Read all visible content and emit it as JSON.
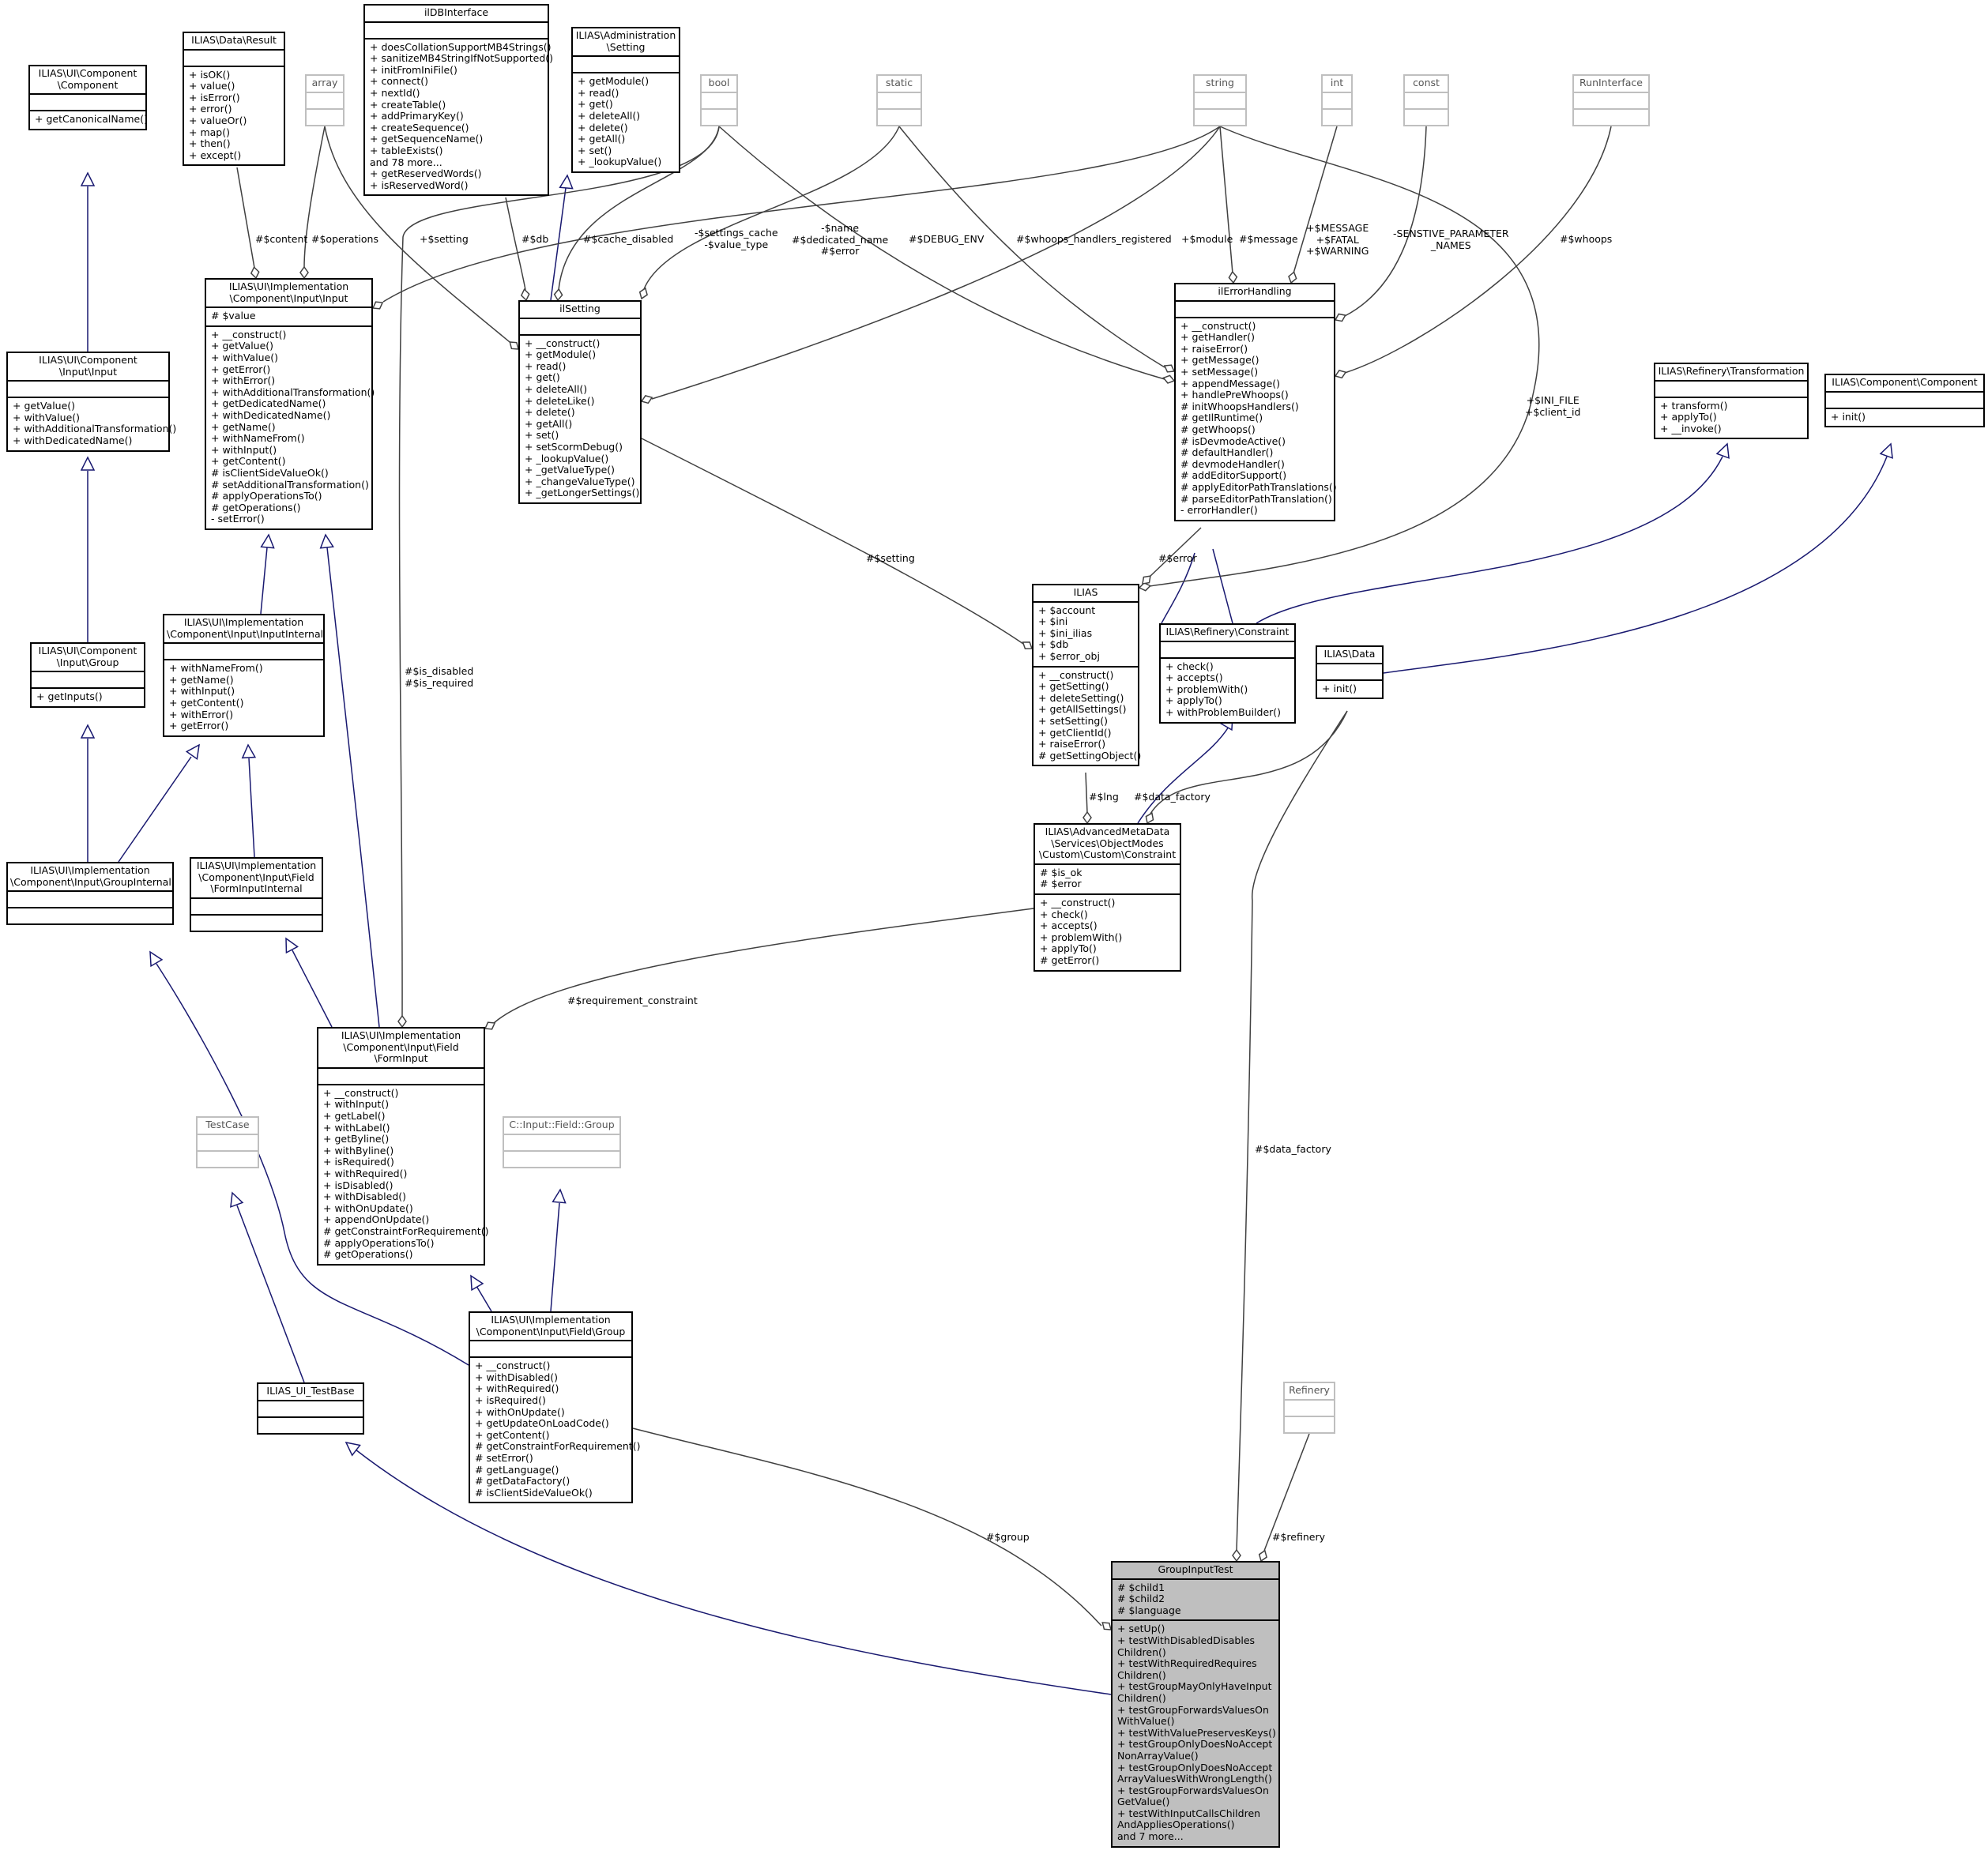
{
  "nodes": {
    "grouptest": {
      "title": "GroupInputTest",
      "attrs": [
        "# $child1",
        "# $child2",
        "# $language"
      ],
      "ops": [
        "+ setUp()",
        "+ testWithDisabledDisables",
        "Children()",
        "+ testWithRequiredRequires",
        "Children()",
        "+ testGroupMayOnlyHaveInput",
        "Children()",
        "+ testGroupForwardsValuesOn",
        "WithValue()",
        "+ testWithValuePreservesKeys()",
        "+ testGroupOnlyDoesNoAccept",
        "NonArrayValue()",
        "+ testGroupOnlyDoesNoAccept",
        "ArrayValuesWithWrongLength()",
        "+ testGroupForwardsValuesOn",
        "GetValue()",
        "+ testWithInputCallsChildren",
        "AndAppliesOperations()",
        "and 7 more..."
      ]
    },
    "uicomp": {
      "title": "ILIAS\\UI\\Component\n\\Component",
      "attrs": [],
      "ops": [
        "+ getCanonicalName()"
      ]
    },
    "dataresult": {
      "title": "ILIAS\\Data\\Result",
      "attrs": [],
      "ops": [
        "+ isOK()",
        "+ value()",
        "+ isError()",
        "+ error()",
        "+ valueOr()",
        "+ map()",
        "+ then()",
        "+ except()"
      ]
    },
    "array": {
      "title": "array",
      "attrs": [],
      "ops": []
    },
    "ildb": {
      "title": "ilDBInterface",
      "attrs": [],
      "ops": [
        "+ doesCollationSupportMB4Strings()",
        "+ sanitizeMB4StringIfNotSupported()",
        "+ initFromIniFile()",
        "+ connect()",
        "+ nextId()",
        "+ createTable()",
        "+ addPrimaryKey()",
        "+ createSequence()",
        "+ getSequenceName()",
        "+ tableExists()",
        "and 78 more...",
        "+ getReservedWords()",
        "+ isReservedWord()"
      ]
    },
    "adminsetting": {
      "title": "ILIAS\\Administration\n\\Setting",
      "attrs": [],
      "ops": [
        "+ getModule()",
        "+ read()",
        "+ get()",
        "+ deleteAll()",
        "+ delete()",
        "+ getAll()",
        "+ set()",
        "+ _lookupValue()"
      ]
    },
    "bool": {
      "title": "bool",
      "attrs": [],
      "ops": []
    },
    "static": {
      "title": "static",
      "attrs": [],
      "ops": []
    },
    "string": {
      "title": "string",
      "attrs": [],
      "ops": []
    },
    "int": {
      "title": "int",
      "attrs": [],
      "ops": []
    },
    "const": {
      "title": "const",
      "attrs": [],
      "ops": []
    },
    "runiface": {
      "title": "RunInterface",
      "attrs": [],
      "ops": []
    },
    "implinput": {
      "title": "ILIAS\\UI\\Implementation\n\\Component\\Input\\Input",
      "attrs": [
        "# $value"
      ],
      "ops": [
        "+ __construct()",
        "+ getValue()",
        "+ withValue()",
        "+ getError()",
        "+ withError()",
        "+ withAdditionalTransformation()",
        "+ getDedicatedName()",
        "+ withDedicatedName()",
        "+ getName()",
        "+ withNameFrom()",
        "+ withInput()",
        "+ getContent()",
        "# isClientSideValueOk()",
        "# setAdditionalTransformation()",
        "# applyOperationsTo()",
        "# getOperations()",
        "- setError()"
      ]
    },
    "ilsetting": {
      "title": "ilSetting",
      "attrs": [],
      "ops": [
        "+ __construct()",
        "+ getModule()",
        "+ read()",
        "+ get()",
        "+ deleteAll()",
        "+ deleteLike()",
        "+ delete()",
        "+ getAll()",
        "+ set()",
        "+ setScormDebug()",
        "+ _lookupValue()",
        "+ _getValueType()",
        "+ _changeValueType()",
        "+ _getLongerSettings()"
      ]
    },
    "ilerror": {
      "title": "ilErrorHandling",
      "attrs": [],
      "ops": [
        "+ __construct()",
        "+ getHandler()",
        "+ raiseError()",
        "+ getMessage()",
        "+ setMessage()",
        "+ appendMessage()",
        "+ handlePreWhoops()",
        "# initWhoopsHandlers()",
        "# getIlRuntime()",
        "# getWhoops()",
        "# isDevmodeActive()",
        "# defaultHandler()",
        "# devmodeHandler()",
        "# addEditorSupport()",
        "# applyEditorPathTranslations()",
        "# parseEditorPathTranslation()",
        "- errorHandler()"
      ]
    },
    "transformation": {
      "title": "ILIAS\\Refinery\\Transformation",
      "attrs": [],
      "ops": [
        "+ transform()",
        "+ applyTo()",
        "+ __invoke()"
      ]
    },
    "compcomp": {
      "title": "ILIAS\\Component\\Component",
      "attrs": [],
      "ops": [
        "+ init()"
      ]
    },
    "uiinput": {
      "title": "ILIAS\\UI\\Component\n\\Input\\Input",
      "attrs": [],
      "ops": [
        "+ getValue()",
        "+ withValue()",
        "+ withAdditionalTransformation()",
        "+ withDedicatedName()"
      ]
    },
    "inputinternal": {
      "title": "ILIAS\\UI\\Implementation\n\\Component\\Input\\InputInternal",
      "attrs": [],
      "ops": [
        "+ withNameFrom()",
        "+ getName()",
        "+ withInput()",
        "+ getContent()",
        "+ withError()",
        "+ getError()"
      ]
    },
    "uigroup": {
      "title": "ILIAS\\UI\\Component\n\\Input\\Group",
      "attrs": [],
      "ops": [
        "+ getInputs()"
      ]
    },
    "ilias": {
      "title": "ILIAS",
      "attrs": [
        "+ $account",
        "+ $ini",
        "+ $ini_ilias",
        "+ $db",
        "+ $error_obj"
      ],
      "ops": [
        "+ __construct()",
        "+ getSetting()",
        "+ deleteSetting()",
        "+ getAllSettings()",
        "+ setSetting()",
        "+ getClientId()",
        "+ raiseError()",
        "# getSettingObject()"
      ]
    },
    "constraint": {
      "title": "ILIAS\\Refinery\\Constraint",
      "attrs": [],
      "ops": [
        "+ check()",
        "+ accepts()",
        "+ problemWith()",
        "+ applyTo()",
        "+ withProblemBuilder()"
      ]
    },
    "data": {
      "title": "ILIAS\\Data",
      "attrs": [],
      "ops": [
        "+ init()"
      ]
    },
    "groupinternal": {
      "title": "ILIAS\\UI\\Implementation\n\\Component\\Input\\GroupInternal",
      "attrs": [],
      "ops": []
    },
    "forminputinternal": {
      "title": "ILIAS\\UI\\Implementation\n\\Component\\Input\\Field\n\\FormInputInternal",
      "attrs": [],
      "ops": []
    },
    "amdconstraint": {
      "title": "ILIAS\\AdvancedMetaData\n\\Services\\ObjectModes\n\\Custom\\Custom\\Constraint",
      "attrs": [
        "# $is_ok",
        "# $error"
      ],
      "ops": [
        "+ __construct()",
        "+ check()",
        "+ accepts()",
        "+ problemWith()",
        "+ applyTo()",
        "# getError()"
      ]
    },
    "forminput": {
      "title": "ILIAS\\UI\\Implementation\n\\Component\\Input\\Field\n\\FormInput",
      "attrs": [],
      "ops": [
        "+ __construct()",
        "+ withInput()",
        "+ getLabel()",
        "+ withLabel()",
        "+ getByline()",
        "+ withByline()",
        "+ isRequired()",
        "+ withRequired()",
        "+ isDisabled()",
        "+ withDisabled()",
        "+ withOnUpdate()",
        "+ appendOnUpdate()",
        "# getConstraintForRequirement()",
        "# applyOperationsTo()",
        "# getOperations()"
      ]
    },
    "testcase": {
      "title": "TestCase",
      "attrs": [],
      "ops": []
    },
    "cgroup": {
      "title": "C::Input::Field::Group",
      "attrs": [],
      "ops": []
    },
    "fieldgroup": {
      "title": "ILIAS\\UI\\Implementation\n\\Component\\Input\\Field\\Group",
      "attrs": [],
      "ops": [
        "+ __construct()",
        "+ withDisabled()",
        "+ withRequired()",
        "+ isRequired()",
        "+ withOnUpdate()",
        "+ getUpdateOnLoadCode()",
        "+ getContent()",
        "# getConstraintForRequirement()",
        "# setError()",
        "# getLanguage()",
        "# getDataFactory()",
        "# isClientSideValueOk()"
      ]
    },
    "testbase": {
      "title": "ILIAS_UI_TestBase",
      "attrs": [],
      "ops": []
    },
    "refinery": {
      "title": "Refinery",
      "attrs": [],
      "ops": []
    }
  },
  "edge_labels": {
    "content": "#$content",
    "operations": "#$operations",
    "setting_plus": "+$setting",
    "db": "#$db",
    "cache_disabled": "#$cache_disabled",
    "settings_cache": "-$settings_cache\n-$value_type",
    "name_group": "-$name\n#$dedicated_name\n#$error",
    "debug_env": "#$DEBUG_ENV",
    "whoops_registered": "#$whoops_handlers_registered",
    "module": "+$module",
    "message": "#$message",
    "msg_consts": "+$MESSAGE\n+$FATAL\n+$WARNING",
    "senstive": "-SENSTIVE_PARAMETER\n_NAMES",
    "whoops": "#$whoops",
    "ini_file": "+$INI_FILE\n+$client_id",
    "error": "#$error",
    "setting_hash": "#$setting",
    "is_disabled": "#$is_disabled\n#$is_required",
    "lng": "#$lng",
    "data_factory_short": "#$data_factory",
    "requirement_constraint": "#$requirement_constraint",
    "data_factory_long": "#$data_factory",
    "group": "#$group",
    "refinery": "#$refinery"
  },
  "colors": {
    "inherit_edge": "#191970",
    "assoc_edge": "#404040",
    "focus_fill": "#bfbfbf",
    "gray_border": "#bfbfbf"
  }
}
